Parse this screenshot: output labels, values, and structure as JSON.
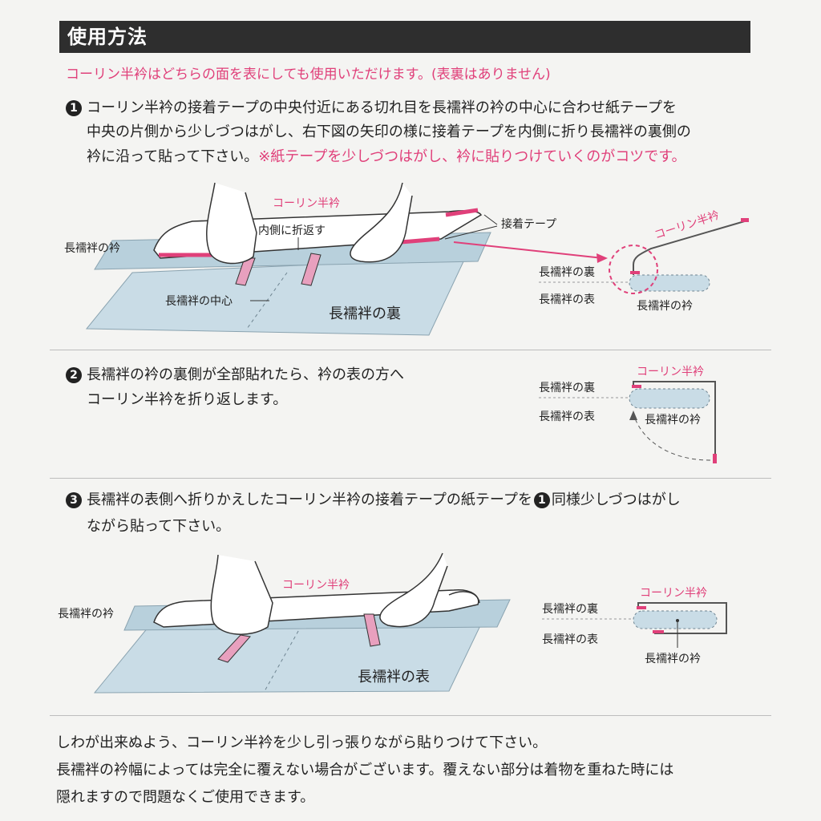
{
  "header": {
    "title": "使用方法"
  },
  "intro": "コーリン半衿はどちらの面を表にしても使用いただけます。(表裏はありません)",
  "steps": [
    {
      "number": "1",
      "lines": [
        "コーリン半衿の接着テープの中央付近にある切れ目を長襦袢の衿の中心に合わせ紙テープを",
        "中央の片側から少しづつはがし、右下図の矢印の様に接着テープを内側に折り長襦袢の裏側の",
        "衿に沿って貼って下さい。"
      ],
      "tip": "※紙テープを少しづつはがし、衿に貼りつけていくのがコツです。",
      "illustration": {
        "colin_label": "コーリン半衿",
        "fold_label": "内側に折返す",
        "tape_label": "接着テープ",
        "collar_label": "長襦袢の衿",
        "center_label": "長襦袢の中心",
        "back_label": "長襦袢の裏"
      },
      "detail": {
        "colin_label": "コーリン半衿",
        "back_label": "長襦袢の裏",
        "front_label": "長襦袢の表",
        "collar_label": "長襦袢の衿"
      }
    },
    {
      "number": "2",
      "lines": [
        "長襦袢の衿の裏側が全部貼れたら、衿の表の方へ",
        "コーリン半衿を折り返します。"
      ],
      "detail": {
        "colin_label": "コーリン半衿",
        "back_label": "長襦袢の裏",
        "front_label": "長襦袢の表",
        "collar_label": "長襦袢の衿"
      }
    },
    {
      "number": "3",
      "line1_before": "長襦袢の表側へ折りかえしたコーリン半衿の接着テープの紙テープを",
      "ref_number": "1",
      "line1_after": "同様少しづつはがし",
      "line2": "ながら貼って下さい。",
      "illustration": {
        "colin_label": "コーリン半衿",
        "collar_label": "長襦袢の衿",
        "front_label": "長襦袢の表"
      },
      "detail": {
        "colin_label": "コーリン半衿",
        "back_label": "長襦袢の裏",
        "front_label": "長襦袢の表",
        "collar_label": "長襦袢の衿"
      }
    }
  ],
  "footer": [
    "しわが出来ぬよう、コーリン半衿を少し引っ張りながら貼りつけて下さい。",
    "長襦袢の衿幅によっては完全に覆えない場合がございます。覆えない部分は着物を重ねた時には",
    "隠れますので問題なくご使用できます。"
  ],
  "colors": {
    "pink": "#e0407a",
    "blue": "#c9dce6",
    "header": "#2e2e2e"
  }
}
